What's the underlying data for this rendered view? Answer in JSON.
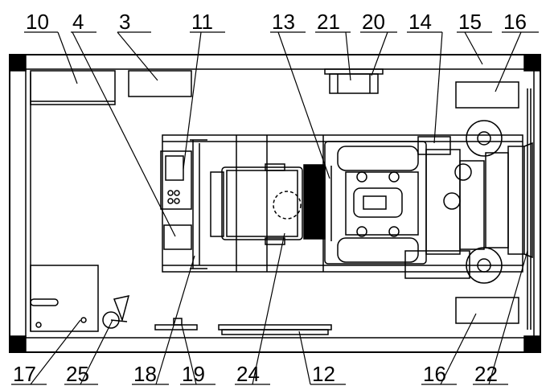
{
  "diagram": {
    "callouts_top": [
      "10",
      "4",
      "3",
      "11",
      "13",
      "21",
      "20",
      "14",
      "15",
      "16"
    ],
    "callouts_bottom": [
      "17",
      "25",
      "18",
      "19",
      "24",
      "12",
      "16",
      "22"
    ]
  }
}
